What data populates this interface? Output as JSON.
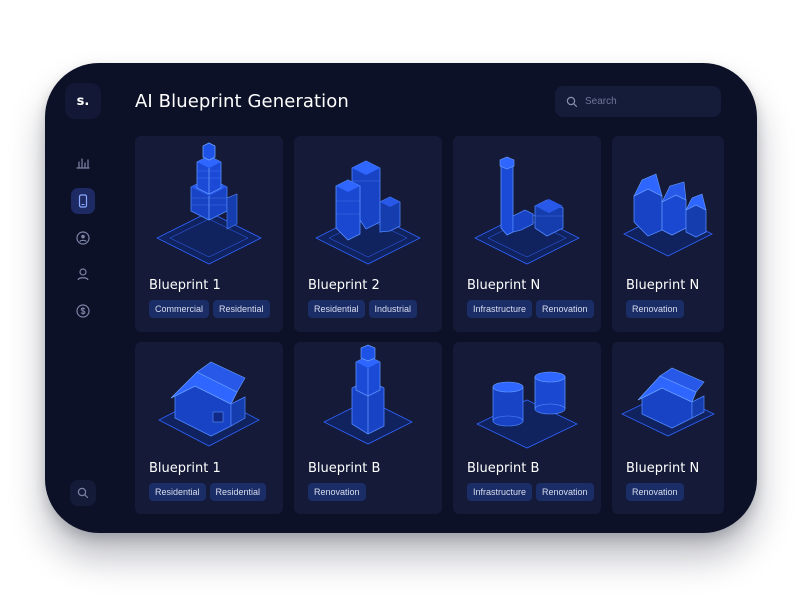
{
  "app": {
    "logo": "s.",
    "title": "AI Blueprint Generation"
  },
  "search": {
    "placeholder": "Search"
  },
  "sidebar": {
    "items": [
      {
        "name": "analytics",
        "icon": "bar-chart-icon"
      },
      {
        "name": "mobile",
        "icon": "phone-icon",
        "active": true
      },
      {
        "name": "account",
        "icon": "user-circle-icon"
      },
      {
        "name": "profile",
        "icon": "user-icon"
      },
      {
        "name": "billing",
        "icon": "dollar-circle-icon"
      }
    ],
    "bottom_icon": "search-icon"
  },
  "colors": {
    "background": "#0c1127",
    "card": "#141a37",
    "accent": "#2f6bff",
    "tag": "#1b2d66"
  },
  "cards": [
    {
      "title": "Blueprint 1",
      "tags": [
        "Commercial",
        "Residential"
      ],
      "illustration": "skyscraper-icon"
    },
    {
      "title": "Blueprint 2",
      "tags": [
        "Residential",
        "Industrial"
      ],
      "illustration": "office-buildings-icon"
    },
    {
      "title": "Blueprint N",
      "tags": [
        "Infrastructure",
        "Renovation"
      ],
      "illustration": "tower-complex-icon"
    },
    {
      "title": "Blueprint N",
      "tags": [
        "Renovation"
      ],
      "illustration": "townhouse-icon"
    },
    {
      "title": "Blueprint 1",
      "tags": [
        "Residential",
        "Residential"
      ],
      "illustration": "house-icon"
    },
    {
      "title": "Blueprint B",
      "tags": [
        "Renovation"
      ],
      "illustration": "tower-icon"
    },
    {
      "title": "Blueprint B",
      "tags": [
        "Infrastructure",
        "Renovation"
      ],
      "illustration": "storage-tanks-icon"
    },
    {
      "title": "Blueprint N",
      "tags": [
        "Renovation"
      ],
      "illustration": "small-house-icon"
    }
  ]
}
